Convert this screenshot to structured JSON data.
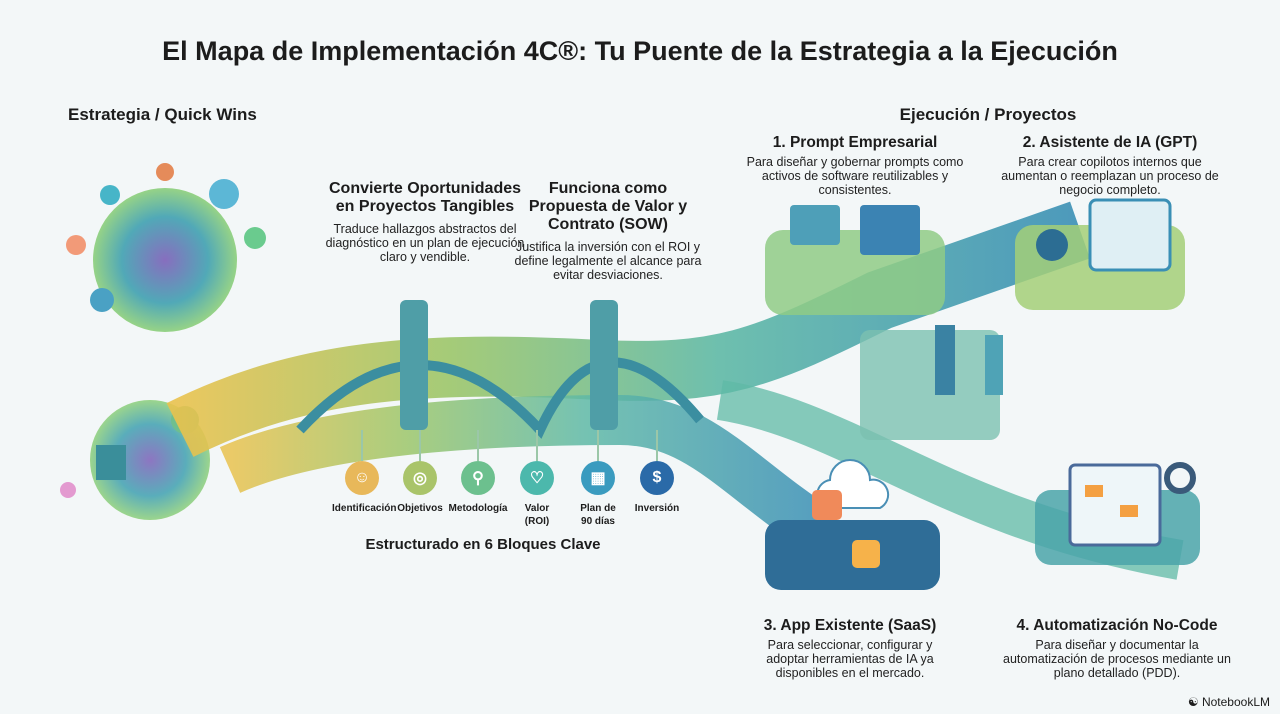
{
  "title": "El Mapa de Implementación 4C®: Tu Puente de la Estrategia a la Ejecución",
  "left_section": "Estrategia / Quick Wins",
  "right_section": "Ejecución / Proyectos",
  "bridge_points": [
    {
      "title": "Convierte Oportunidades en Proyectos Tangibles",
      "desc": "Traduce hallazgos abstractos del diagnóstico en un plan de ejecución claro y vendible."
    },
    {
      "title": "Funciona como Propuesta de Valor y Contrato (SOW)",
      "desc": "Justifica la inversión con el ROI y define legalmente el alcance para evitar desviaciones."
    }
  ],
  "blocks": [
    {
      "label": "Identificación",
      "icon": "person-icon",
      "color": "#e8b85a"
    },
    {
      "label": "Objetivos",
      "icon": "target-icon",
      "color": "#a9c46a"
    },
    {
      "label": "Metodología",
      "icon": "magnifier-icon",
      "color": "#6cc08e"
    },
    {
      "label": "Valor (ROI)",
      "icon": "heart-check-icon",
      "color": "#4cb8ac"
    },
    {
      "label": "Plan de 90 días",
      "icon": "calendar-icon",
      "color": "#3a9bbf"
    },
    {
      "label": "Inversión",
      "icon": "money-hand-icon",
      "color": "#2a6aa8"
    }
  ],
  "blocks_caption": "Estructurado en 6 Bloques Clave",
  "projects": [
    {
      "title": "1. Prompt Empresarial",
      "desc": "Para diseñar y gobernar prompts como activos de software reutilizables y consistentes."
    },
    {
      "title": "2. Asistente de IA (GPT)",
      "desc": "Para crear copilotos internos que aumentan o reemplazan un proceso de negocio completo."
    },
    {
      "title": "3. App Existente (SaaS)",
      "desc": "Para seleccionar, configurar y adoptar herramientas de IA ya disponibles en el mercado."
    },
    {
      "title": "4. Automatización No-Code",
      "desc": "Para diseñar y documentar la automatización de procesos mediante un plano detallado (PDD)."
    }
  ],
  "watermark": "NotebookLM"
}
